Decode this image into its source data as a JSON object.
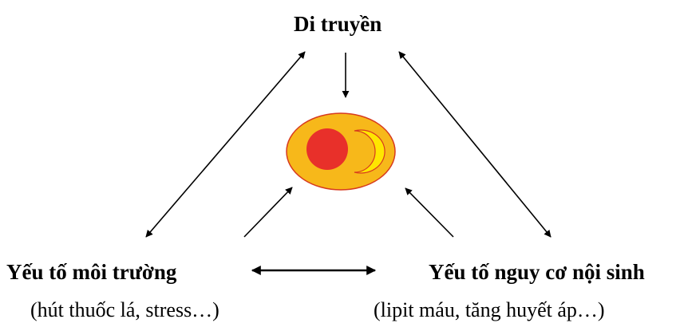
{
  "nodes": {
    "top": {
      "label": "Di truyền"
    },
    "left": {
      "label": "Yếu tố môi trường",
      "detail": "(hút thuốc lá, stress…)"
    },
    "right": {
      "label": "Yếu tố nguy cơ nội sinh",
      "detail": "(lipit máu, tăng huyết áp…)"
    }
  },
  "colors": {
    "outer_fill": "#F7B81A",
    "outer_stroke": "#D73A1E",
    "core_fill": "#E8302A",
    "crescent_fill": "#FFE600",
    "crescent_stroke": "#D73A1E",
    "arrow": "#000000"
  }
}
